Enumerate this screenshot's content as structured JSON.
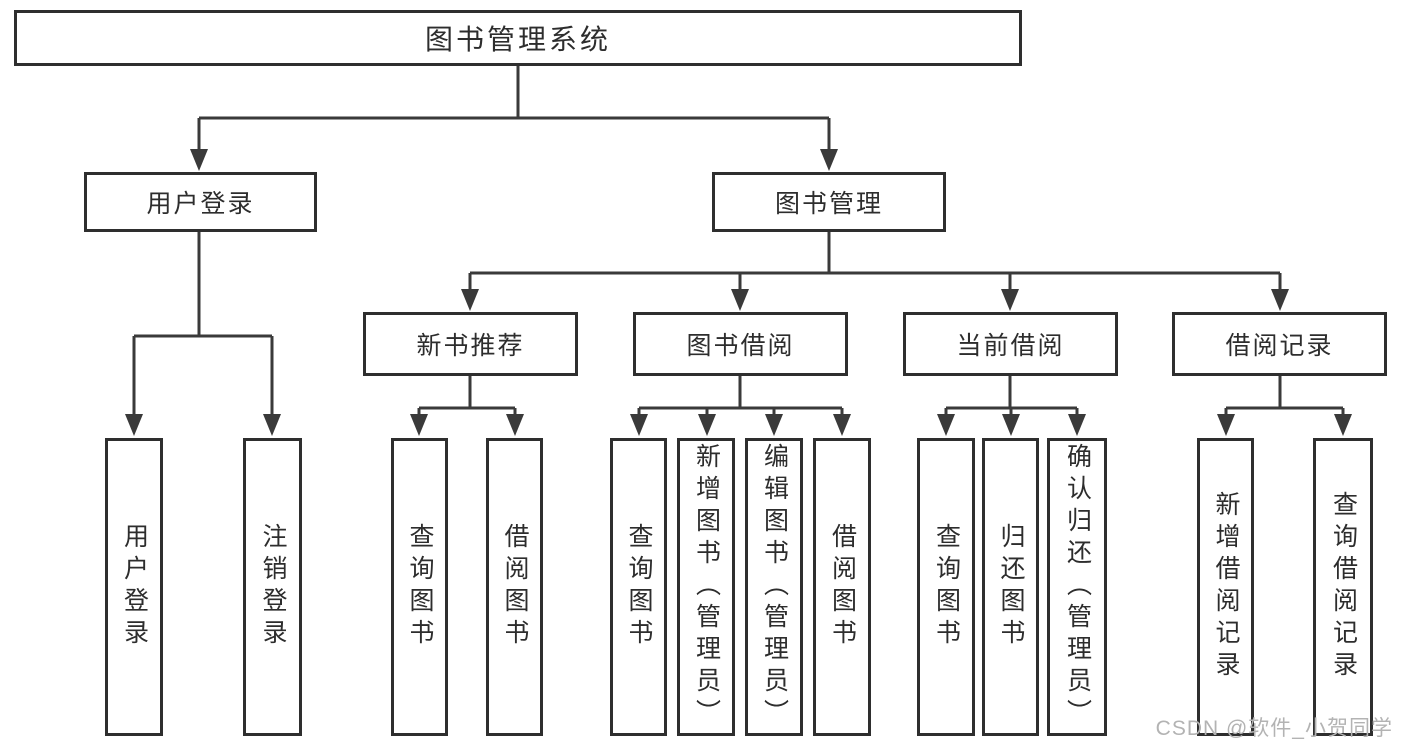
{
  "diagram": {
    "root": {
      "label": "图书管理系统"
    },
    "level2": [
      {
        "label": "用户登录"
      },
      {
        "label": "图书管理"
      }
    ],
    "level3": [
      {
        "label": "新书推荐"
      },
      {
        "label": "图书借阅"
      },
      {
        "label": "当前借阅"
      },
      {
        "label": "借阅记录"
      }
    ],
    "leaves": {
      "user_login": [
        "用户登录",
        "注销登录"
      ],
      "new_book": [
        "查询图书",
        "借阅图书"
      ],
      "book_borrow": [
        "查询图书",
        "新增图书（管理员）",
        "编辑图书（管理员）",
        "借阅图书"
      ],
      "current_borrow": [
        "查询图书",
        "归还图书",
        "确认归还（管理员）"
      ],
      "borrow_record": [
        "新增借阅记录",
        "查询借阅记录"
      ]
    },
    "line_color": "#3a3a3a",
    "border_color": "#2e2e2e"
  },
  "watermark": {
    "text": "CSDN @软件_小贺同学",
    "color": "#b3b3b3"
  }
}
